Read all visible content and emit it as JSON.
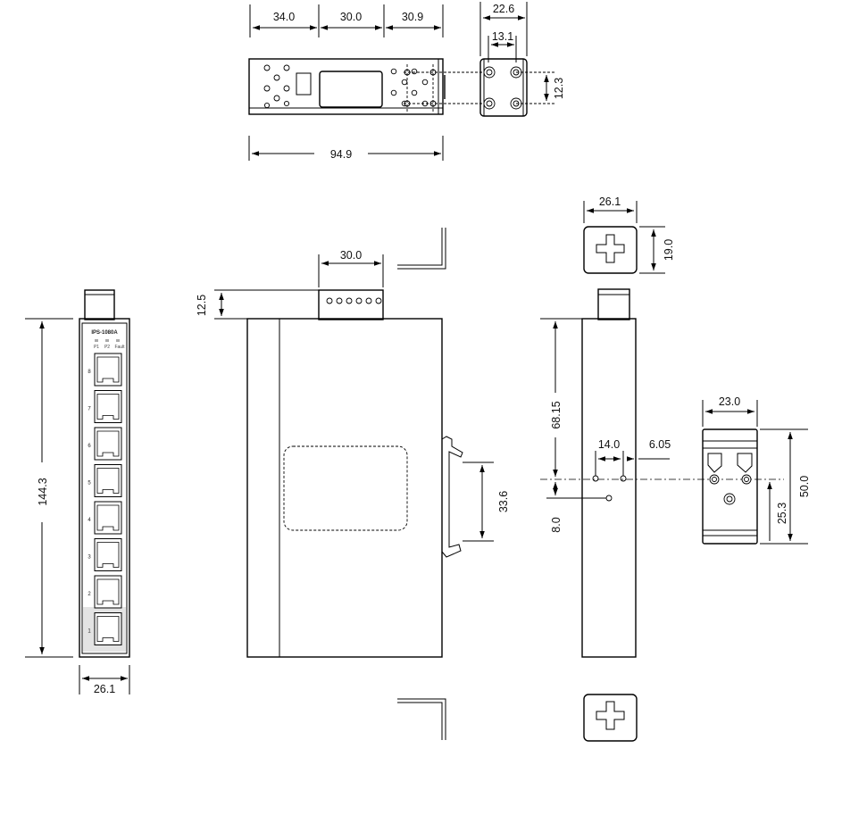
{
  "dimensions": {
    "top_w1": "34.0",
    "top_w2": "30.0",
    "top_w3": "30.9",
    "top_total": "94.9",
    "bracket_w": "22.6",
    "bracket_hole_w": "13.1",
    "bracket_hole_h": "12.3",
    "front_height": "144.3",
    "front_width": "26.1",
    "side_conn_w": "30.0",
    "side_conn_h": "12.5",
    "side_rail_h": "33.6",
    "plate_w": "26.1",
    "plate_h": "19.0",
    "rear_top": "68.15",
    "rear_hole_spacing": "14.0",
    "rear_hole_offset": "6.05",
    "rear_hole_down": "8.0",
    "clip_w": "23.0",
    "clip_h": "50.0",
    "clip_hole_h": "25.3"
  },
  "front_panel": {
    "model": "IPS-1080A",
    "led_labels": [
      "P1",
      "P2",
      "Fault"
    ],
    "port_labels": [
      "8",
      "7",
      "6",
      "5",
      "4",
      "3",
      "2",
      "1"
    ]
  },
  "colors": {
    "line": "#000000",
    "background": "#ffffff"
  }
}
